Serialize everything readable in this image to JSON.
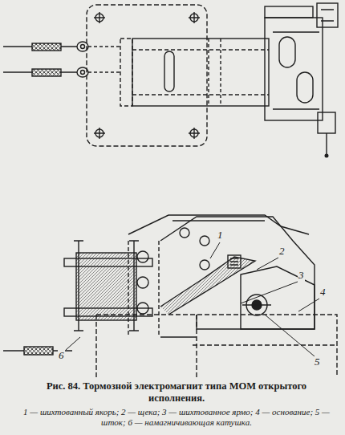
{
  "diagram": {
    "caption": "Рис. 84. Тормозной электромагнит типа МОМ открытого исполнения.",
    "labels": [
      "1",
      "2",
      "3",
      "4",
      "5",
      "6",
      "1 — шихтованный якорь; 2 — щека; 3 — шихтованное ярмо; 4 — основание; 5 — шток; 6 — намагничивающая катушка."
    ]
  }
}
